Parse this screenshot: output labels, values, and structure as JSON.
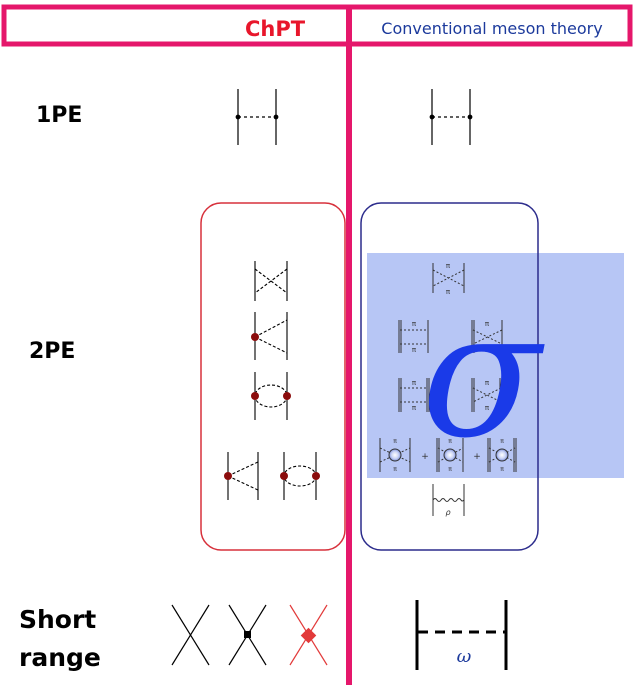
{
  "header": {
    "col1": "ChPT",
    "col2": "Conventional meson theory"
  },
  "rows": {
    "one_pion": "1PE",
    "two_pion": "2PE",
    "short_line1": "Short",
    "short_line2": "range"
  },
  "diagram_labels": {
    "pi": "π",
    "rho": "ρ",
    "omega": "ω",
    "plus": "+",
    "sigma": "σ"
  },
  "colors": {
    "frame": "#e5176b",
    "chpt_box": "#d7303b",
    "meson_box": "#2c2c8c",
    "sigma_overlay": "#9fb3f2",
    "sigma_glyph": "#1a3ae8",
    "vertex": "#8b0c0c"
  }
}
